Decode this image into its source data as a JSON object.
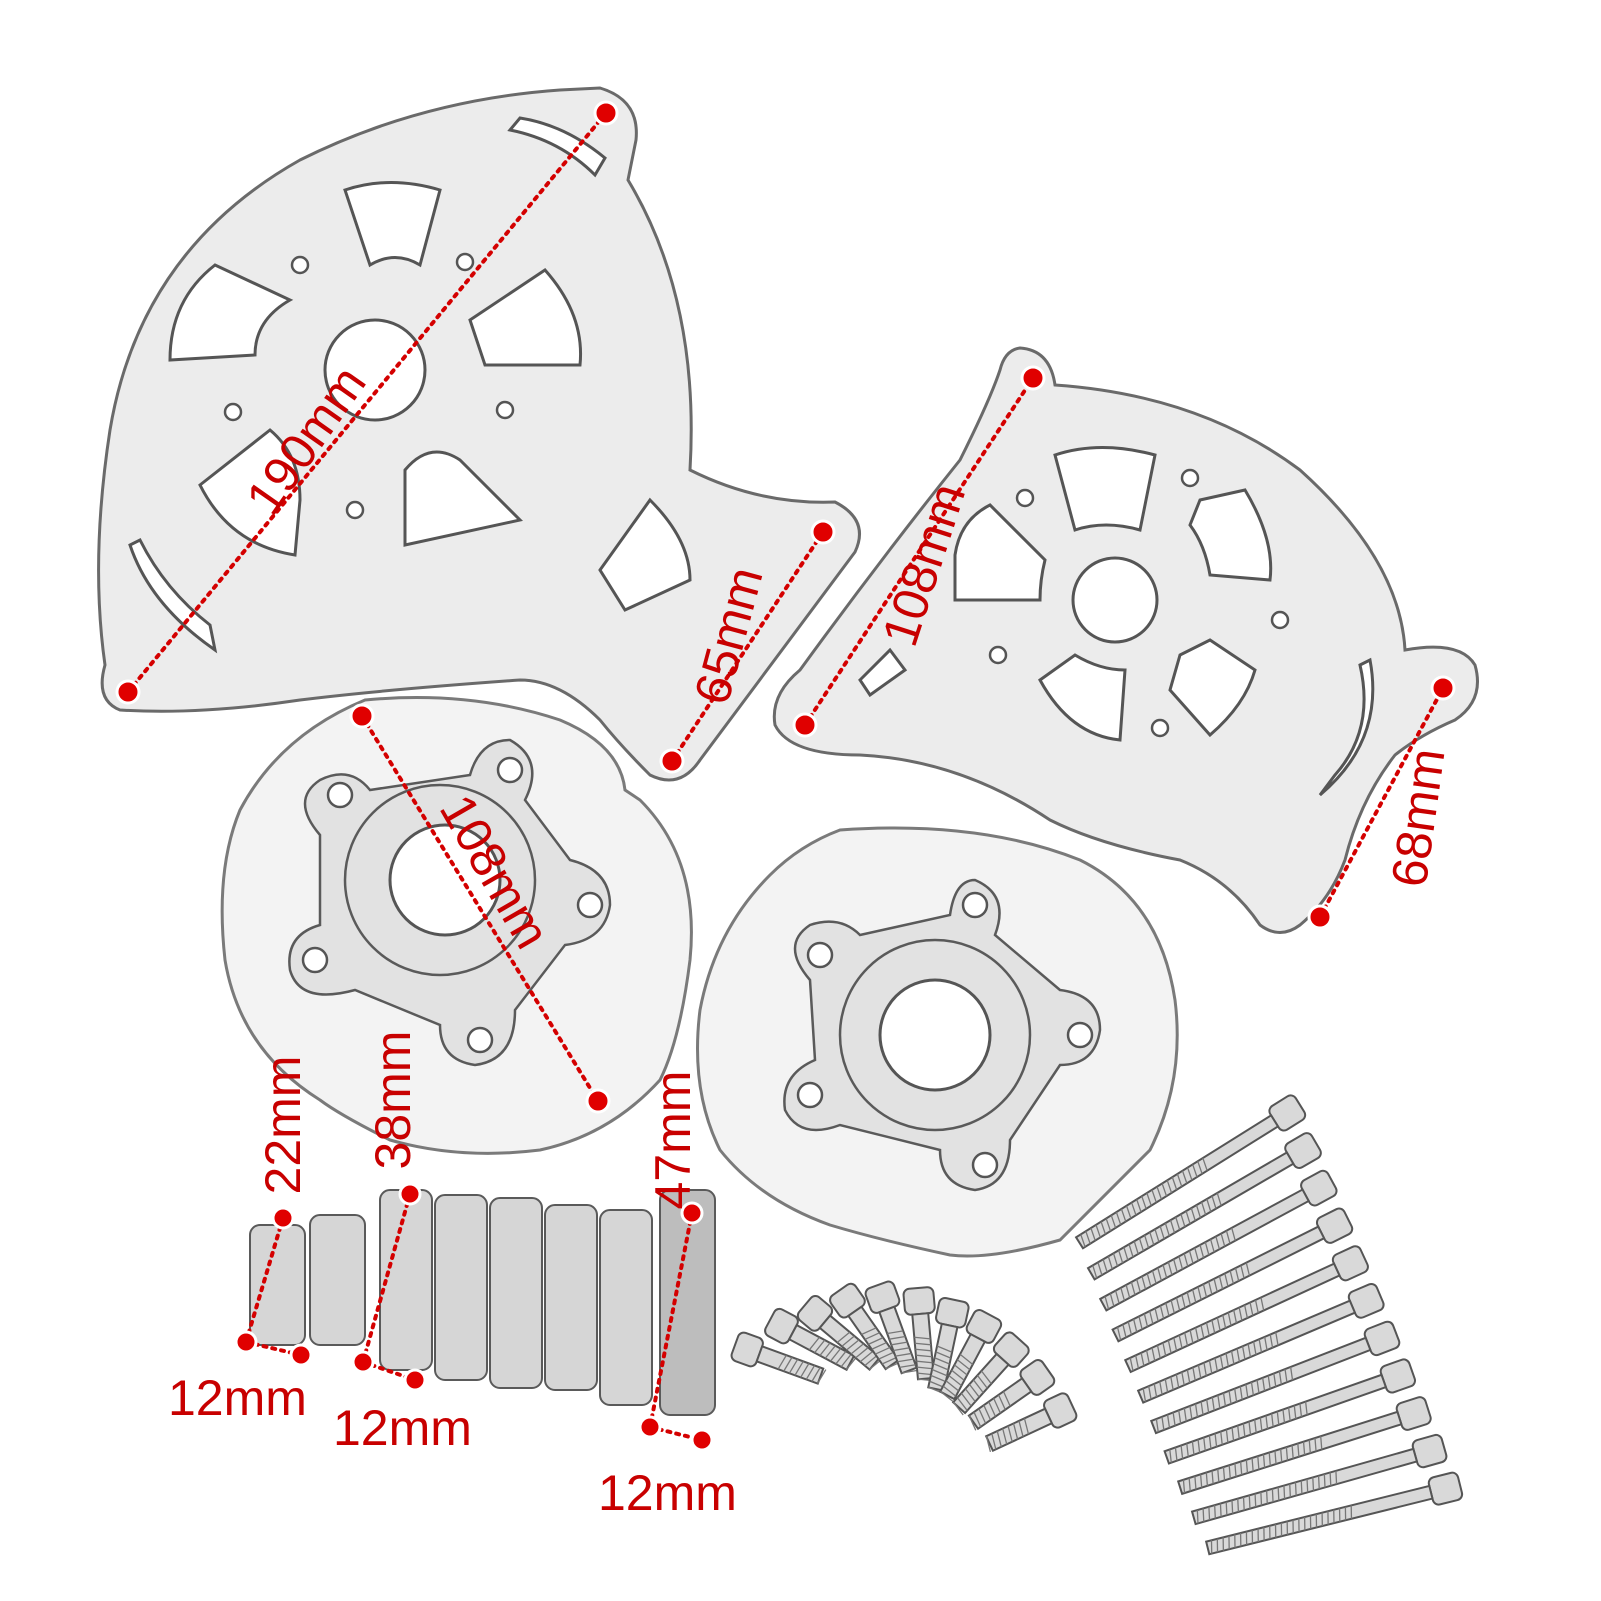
{
  "image": {
    "description_colors": {
      "background": "#ffffff",
      "part": "#ececec",
      "outline": "#6a6a6a",
      "dimension": "#d40000"
    }
  },
  "dimensions": {
    "large_cover_diagonal": "190mm",
    "large_cover_tab": "65mm",
    "small_cover_diagonal": "108mm",
    "small_cover_tab": "68mm",
    "hub_diagonal": "108mm",
    "spacer_short_height": "22mm",
    "spacer_medium_height": "38mm",
    "spacer_long_height": "47mm",
    "spacer_short_diameter": "12mm",
    "spacer_medium_diameter": "12mm",
    "spacer_long_diameter": "12mm"
  }
}
